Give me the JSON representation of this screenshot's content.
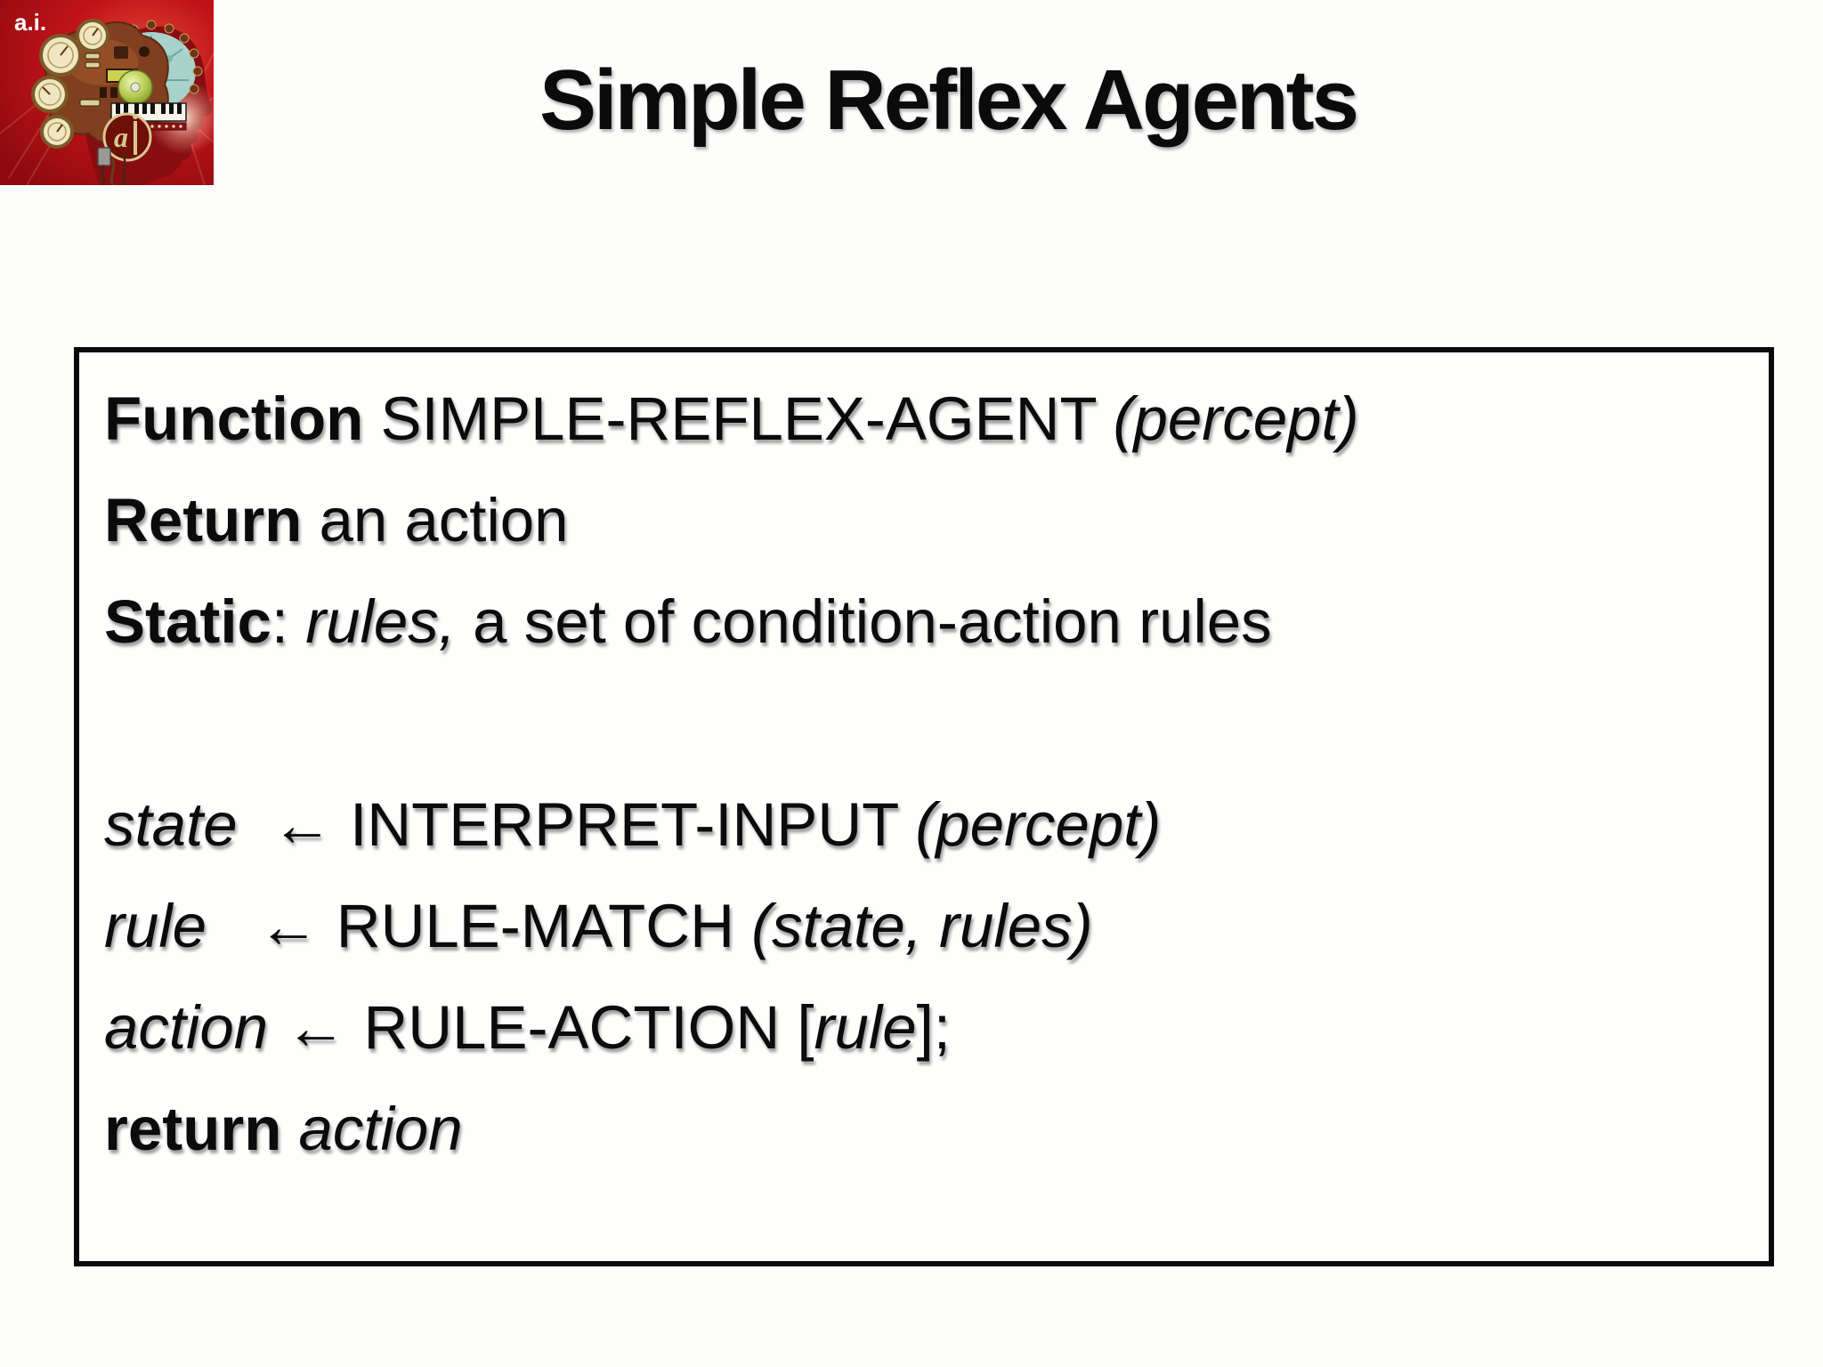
{
  "header": {
    "title": "Simple Reflex Agents"
  },
  "logo": {
    "label": "a.i.",
    "description": "red artificial-intelligence brain-machine head logo",
    "colors": {
      "background_red": "#bf1418",
      "background_light_red": "#e24a3a",
      "head_dark_red": "#870d11",
      "brain_brown": "#804020",
      "dial_cream": "#f0e6c2",
      "cd_green": "#9db53c",
      "panel_teal": "#a7d3cb",
      "label_white": "#ffffff"
    }
  },
  "codebox": {
    "border_color": "#0a0a0a",
    "text_color": "#0b0b0b",
    "lines": [
      {
        "segments": [
          {
            "t": "Function ",
            "s": "b"
          },
          {
            "t": "SIMPLE-REFLEX-AGENT ",
            "s": "r"
          },
          {
            "t": "(percept)",
            "s": "i"
          }
        ]
      },
      {
        "segments": [
          {
            "t": "Return ",
            "s": "b"
          },
          {
            "t": "an action",
            "s": "r"
          }
        ]
      },
      {
        "segments": [
          {
            "t": "Static",
            "s": "b"
          },
          {
            "t": ": ",
            "s": "r"
          },
          {
            "t": "rules,",
            "s": "i"
          },
          {
            "t": " a set of condition-action rules",
            "s": "r"
          }
        ]
      },
      {
        "segments": []
      },
      {
        "segments": [
          {
            "t": "state",
            "s": "i"
          },
          {
            "t": "  ← INTERPRET-INPUT ",
            "s": "r"
          },
          {
            "t": "(percept)",
            "s": "i"
          }
        ]
      },
      {
        "segments": [
          {
            "t": "rule",
            "s": "i"
          },
          {
            "t": "   ← RULE-MATCH ",
            "s": "r"
          },
          {
            "t": "(state, rules)",
            "s": "i"
          }
        ]
      },
      {
        "segments": [
          {
            "t": "action",
            "s": "i"
          },
          {
            "t": " ← RULE-ACTION [",
            "s": "r"
          },
          {
            "t": "rule",
            "s": "i"
          },
          {
            "t": "];",
            "s": "r"
          }
        ]
      },
      {
        "segments": [
          {
            "t": "return ",
            "s": "b"
          },
          {
            "t": "action",
            "s": "i"
          }
        ]
      }
    ]
  }
}
